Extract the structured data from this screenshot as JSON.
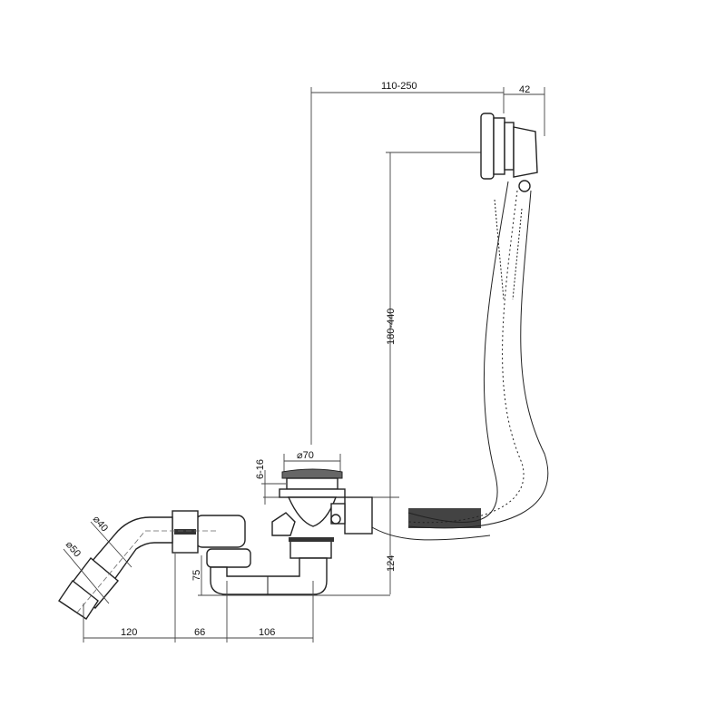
{
  "dimensions": {
    "overflow_reach": "110-250",
    "overflow_depth": "42",
    "overflow_height": "180-440",
    "drain_diameter": "⌀70",
    "tub_thickness": "6-16",
    "pipe_diameter_40": "⌀40",
    "pipe_diameter_50": "⌀50",
    "trap_height": "75",
    "total_height": "124",
    "outlet_length": "120",
    "elbow_offset": "66",
    "trap_spacing": "106"
  }
}
